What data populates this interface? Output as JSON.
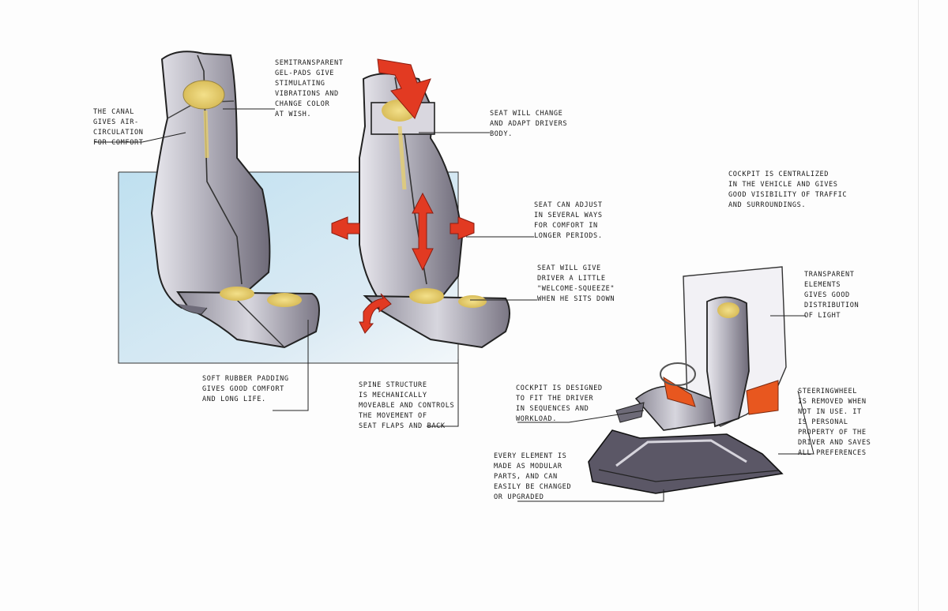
{
  "colors": {
    "paper": "#fdfdfd",
    "blue_wash": "#cfe6f2",
    "seat_grey": "#a8a6b0",
    "seat_dark": "#5b5766",
    "gel_yellow": "#e9d27a",
    "arrow_red": "#e23a22",
    "ink": "#1b1b1b",
    "accent_orange": "#e8571f"
  },
  "annotations": {
    "canal": "The canal\ngives air-\ncirculation\nfor comfort",
    "gel_pads": "Semitransparent\ngel-pads give\nstimulating\nvibrations and\nchange color\nat wish.",
    "seat_change": "Seat will change\nand adapt drivers\nbody.",
    "cockpit_centered": "Cockpit is centralized\nin the vehicle and gives\ngood visibility of traffic\nand surroundings.",
    "seat_adjust": "Seat can adjust\nin several ways\nfor comfort in\nlonger periods.",
    "welcome_squeeze": "Seat will give\ndriver a little\n\"welcome-squeeze\"\nwhen he sits down",
    "transparent_elements": "Transparent\nelements\ngives good\ndistribution\nof light",
    "rubber_padding": "Soft rubber padding\ngives good comfort\nand long life.",
    "spine_structure": "Spine structure\nis mechanically\nmoveable and controls\nthe movement of\nseat flaps and back",
    "cockpit_designed": "Cockpit is designed\nto fit the driver\nin sequences and\nworkload.",
    "steering_wheel": "Steeringwheel\nis removed when\nnot in use. It\nis personal\nproperty of the\ndriver and saves\nall preferences",
    "modular": "Every element is\nmade as modular\nparts, and can\neasily be changed\nor upgraded"
  },
  "icons": {
    "seat_one": "seat-sketch-icon",
    "seat_two": "seat-sketch-icon",
    "cockpit": "cockpit-sketch-icon",
    "arrows": "red-arrow-icon"
  }
}
